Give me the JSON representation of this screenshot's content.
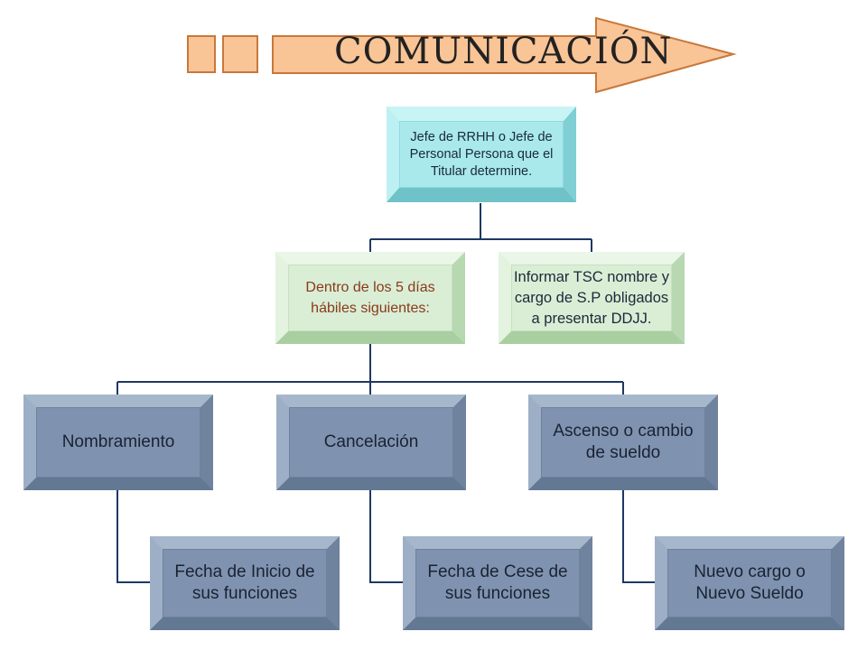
{
  "banner": {
    "title": "COMUNICACIÓN",
    "fill_color": "#f9c496",
    "stroke_color": "#c9783a"
  },
  "diagram": {
    "root": {
      "label": "Jefe de RRHH o Jefe de Personal Persona que el Titular determine."
    },
    "level2": [
      {
        "label": "Dentro de los 5 días hábiles siguientes:"
      },
      {
        "label": "Informar TSC nombre y cargo de S.P obligados a presentar DDJJ."
      }
    ],
    "level3": [
      {
        "label": "Nombramiento",
        "detail": "Fecha de Inicio de sus funciones"
      },
      {
        "label": "Cancelación",
        "detail": "Fecha de Cese de sus funciones"
      },
      {
        "label": "Ascenso o cambio de sueldo",
        "detail": "Nuevo cargo o Nuevo Sueldo"
      }
    ],
    "colors": {
      "connector": "#1f3864",
      "root_box": "#a9e9ec",
      "condition_box": "#d9eed5",
      "category_box": "#7f93b0"
    }
  }
}
